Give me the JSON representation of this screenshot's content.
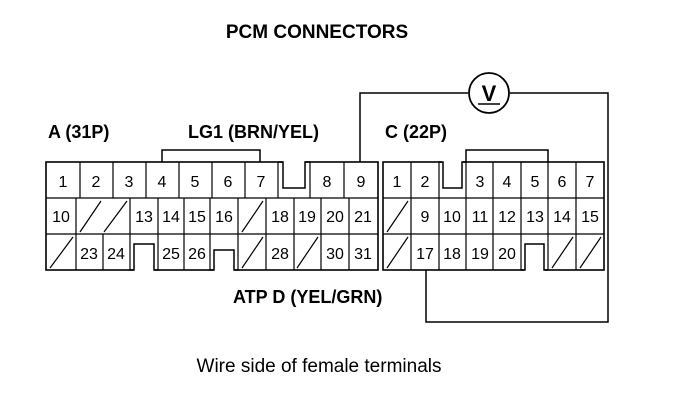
{
  "title": "PCM CONNECTORS",
  "connector_a": {
    "label": "A (31P)",
    "rows": [
      [
        "1",
        "2",
        "3",
        "4",
        "5",
        "6",
        "7",
        "",
        "8",
        "9"
      ],
      [
        "10",
        "/",
        "/",
        "13",
        "14",
        "15",
        "16",
        "/",
        "18",
        "19",
        "20",
        "21"
      ],
      [
        "/",
        "23",
        "24",
        "",
        "25",
        "26",
        "",
        "/",
        "28",
        "/",
        "30",
        "31"
      ]
    ]
  },
  "connector_c": {
    "label": "C (22P)",
    "rows": [
      [
        "1",
        "2",
        "",
        "3",
        "4",
        "5",
        "6",
        "7"
      ],
      [
        "/",
        "9",
        "10",
        "11",
        "12",
        "13",
        "14",
        "15"
      ],
      [
        "/",
        "17",
        "18",
        "19",
        "20",
        "",
        "/",
        "/"
      ]
    ]
  },
  "lg1_label": "LG1 (BRN/YEL)",
  "atp_label": "ATP D (YEL/GRN)",
  "meter_symbol": "V",
  "caption": "Wire side of female terminals"
}
